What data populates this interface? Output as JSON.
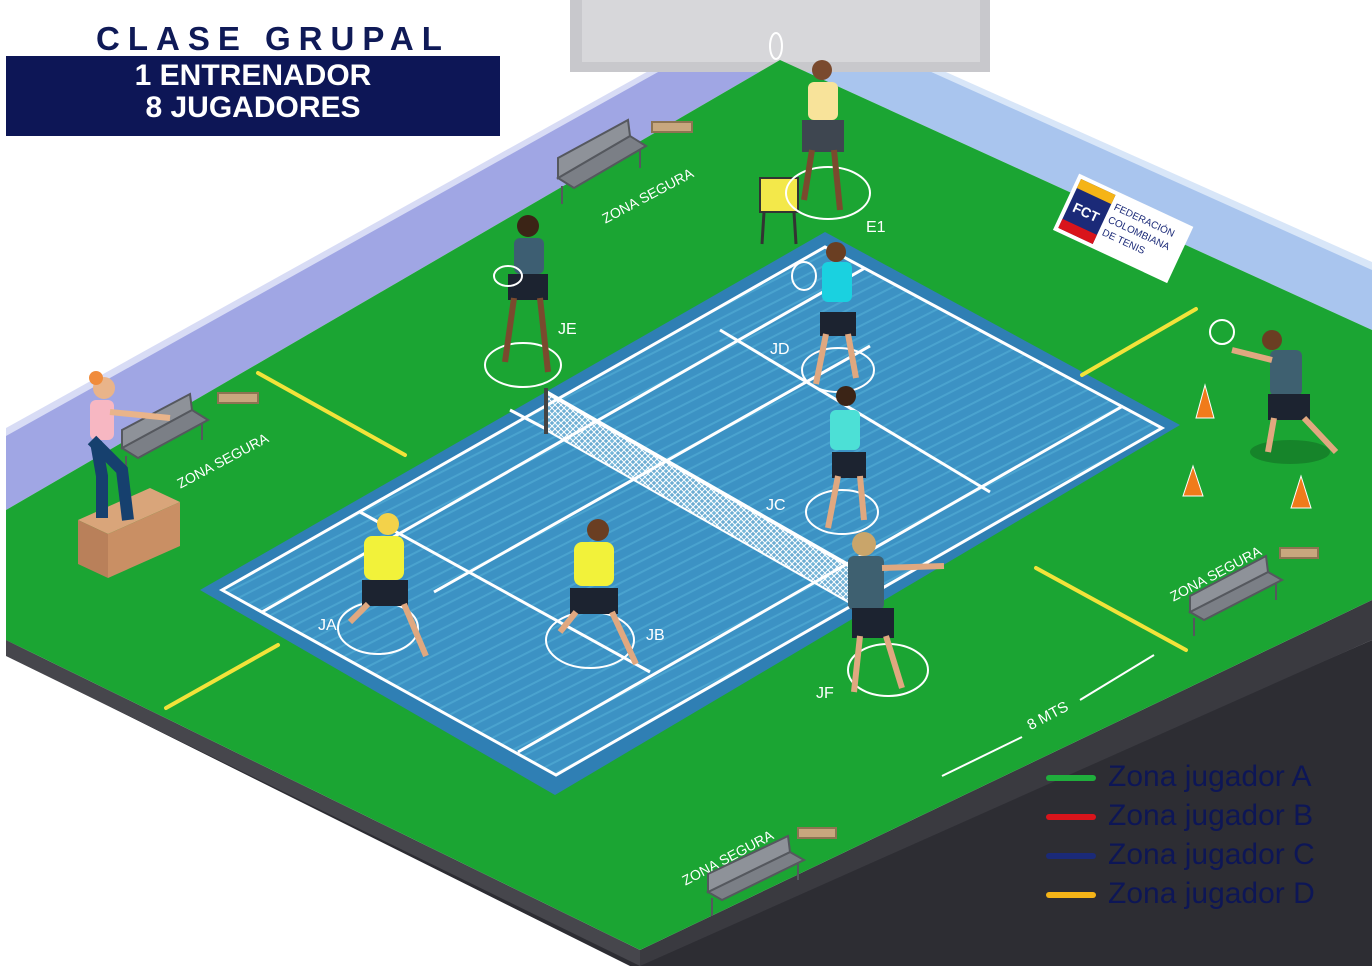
{
  "header": {
    "kicker": "CLASE GRUPAL",
    "line1": "1 ENTRENADOR",
    "line2": "8 JUGADORES"
  },
  "zones": {
    "safe_label": "ZONA SEGURA"
  },
  "players": {
    "coach": "E1",
    "a": "JA",
    "b": "JB",
    "c": "JC",
    "d": "JD",
    "e": "JE",
    "f": "JF"
  },
  "measure": {
    "label": "8 MTS"
  },
  "logo": {
    "initials": "FCT",
    "line1": "FEDERACIÓN",
    "line2": "COLOMBIANA",
    "line3": "DE TENIS"
  },
  "legend": [
    {
      "label": "Zona jugador A",
      "color": "#1fae3c"
    },
    {
      "label": "Zona jugador B",
      "color": "#d9141b"
    },
    {
      "label": "Zona jugador C",
      "color": "#1b2a78"
    },
    {
      "label": "Zona jugador D",
      "color": "#f5b417"
    }
  ],
  "colors": {
    "turf": "#1ba533",
    "court": "#3a8fc0",
    "court_outer": "#2f7fb4",
    "wall": "#a9c5ee",
    "floor_edge": "#2e2e33",
    "navy": "#0d1656"
  }
}
